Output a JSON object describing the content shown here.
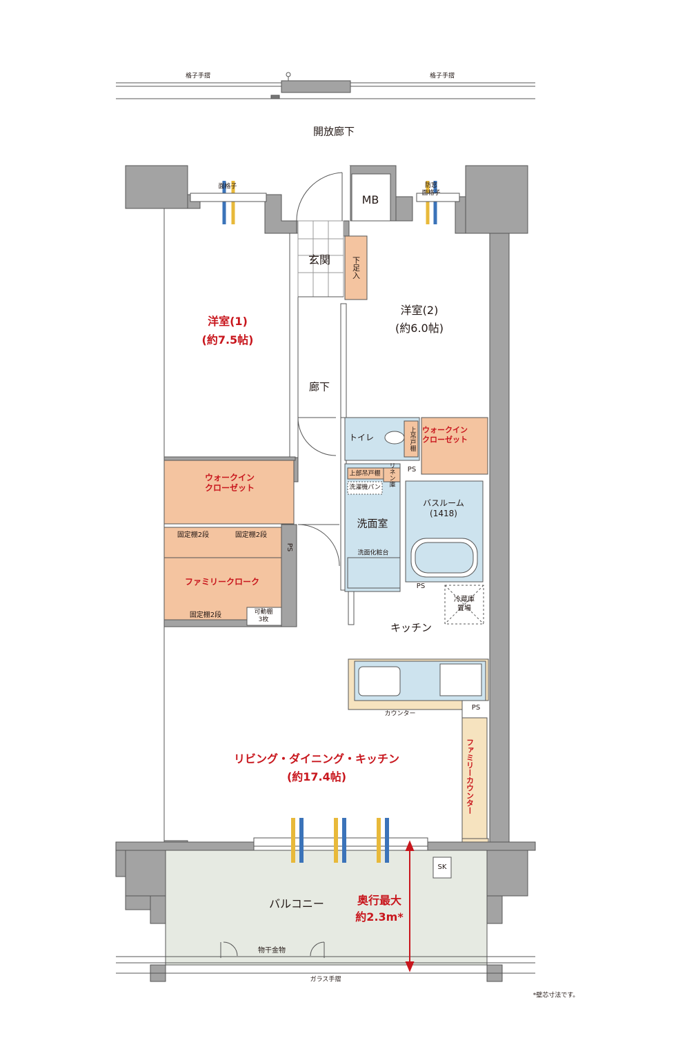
{
  "header": {
    "railing_left": "格子手摺",
    "railing_right": "格子手摺",
    "corridor": "開放廊下"
  },
  "rooms": {
    "western1_name": "洋室(1)",
    "western1_size": "(約7.5帖)",
    "western2_name": "洋室(2)",
    "western2_size": "(約6.0帖)",
    "entrance": "玄関",
    "shoe_box": "下足入",
    "mb": "MB",
    "hallway": "廊下",
    "toilet": "トイレ",
    "toilet_shelf": "上吊戸棚",
    "wic_right": "ウォークイン\nクローゼット",
    "wic_left": "ウォークイン\nクローゼット",
    "upper_cabinet": "上部吊戸棚",
    "linen": "リネン庫",
    "washer_pan": "洗濯機パン",
    "washroom": "洗面室",
    "vanity": "洗面化粧台",
    "bathroom": "バスルーム\n(1418)",
    "fixed_shelf_1": "固定棚2段",
    "fixed_shelf_2": "固定棚2段",
    "family_cloak": "ファミリークローク",
    "fixed_shelf_3": "固定棚2段",
    "movable_shelf": "可動棚\n3枚",
    "fridge": "冷蔵庫\n置場",
    "kitchen": "キッチン",
    "counter": "カウンター",
    "family_counter": "ファミリーカウンター",
    "ldk_name": "リビング・ダイニング・キッチン",
    "ldk_size": "(約17.4帖)",
    "balcony": "バルコニー",
    "depth_title": "奥行最大",
    "depth_value": "約2.3m*",
    "clothes_hanger": "物干金物",
    "glass_railing": "ガラス手摺",
    "sk": "SK"
  },
  "ps_labels": {
    "ps_vertical": "PS",
    "ps_toilet": "PS",
    "ps_bath": "PS",
    "ps_kitchen": "PS"
  },
  "window_labels": {
    "left": "面格子",
    "right": "防窓\n面格子"
  },
  "footnote": "*壁芯寸法です。",
  "colors": {
    "wall": "#a3a3a3",
    "closet": "#f4c4a0",
    "wet": "#cde3ee",
    "balcony": "#e6eae2",
    "accent": "#c8161d",
    "counter": "#f6e3bf"
  }
}
